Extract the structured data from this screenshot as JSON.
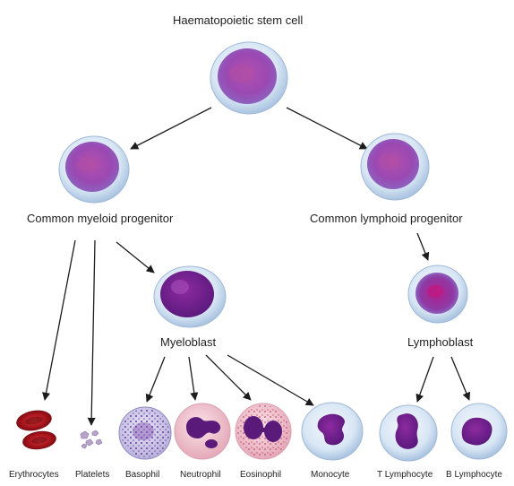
{
  "labels": {
    "stem_cell": "Haematopoietic stem cell",
    "myeloid_progenitor": "Common myeloid progenitor",
    "lymphoid_progenitor": "Common lymphoid progenitor",
    "myeloblast": "Myeloblast",
    "lymphoblast": "Lymphoblast",
    "erythrocytes": "Erythrocytes",
    "platelets": "Platelets",
    "basophil": "Basophil",
    "neutrophil": "Neutrophil",
    "eosinophil": "Eosinophil",
    "monocyte": "Monocyte",
    "t_lymphocyte": "T Lymphocyte",
    "b_lymphocyte": "B Lymphocyte"
  },
  "colors": {
    "nucleus_purple": "#8a2f95",
    "cytoplasm_blue": "#cfe0f2",
    "erythrocyte_red": "#a8141c",
    "neutrophil_pink": "#f1c4cf"
  }
}
